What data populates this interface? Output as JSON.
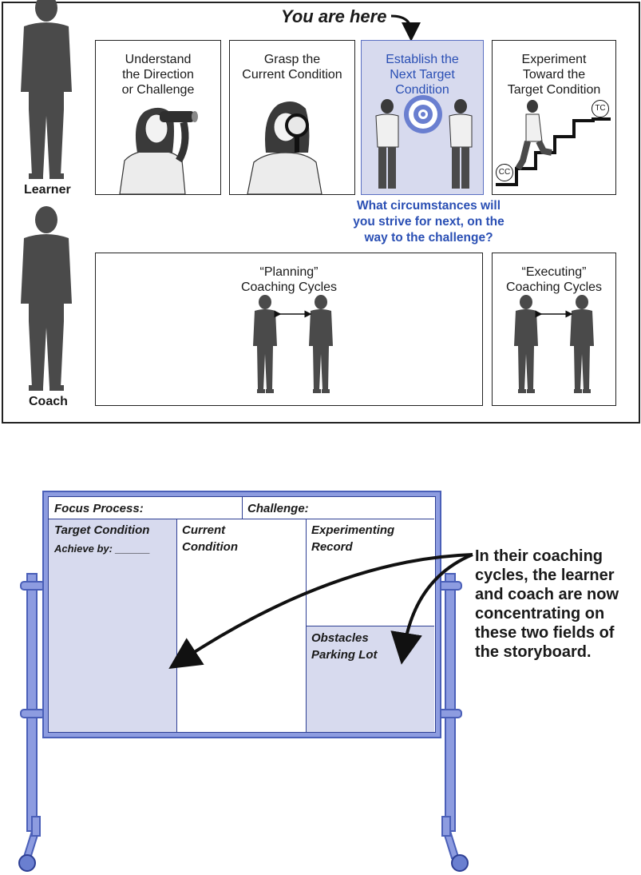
{
  "top": {
    "you_are_here": "You are here",
    "learner_label": "Learner",
    "coach_label": "Coach",
    "steps": [
      {
        "label": "Understand\nthe Direction\nor Challenge"
      },
      {
        "label": "Grasp the\nCurrent Condition"
      },
      {
        "label": "Establish the\nNext Target\nCondition"
      },
      {
        "label": "Experiment\nToward the\nTarget Condition"
      }
    ],
    "tc": "TC",
    "cc": "CC",
    "question": "What circumstances will\nyou strive for next, on the\nway to the challenge?",
    "planning": "“Planning”\nCoaching Cycles",
    "executing": "“Executing”\nCoaching Cycles"
  },
  "board": {
    "focus_process": "Focus Process:",
    "challenge": "Challenge:",
    "target_condition": "Target Condition",
    "achieve_by": "Achieve by: ______",
    "current_condition": "Current\nCondition",
    "experimenting_record": "Experimenting\nRecord",
    "obstacles": "Obstacles\nParking Lot",
    "note": "In their coaching\ncycles, the learner\nand coach are now\nconcentrating on\nthese two fields of\nthe storyboard."
  },
  "colors": {
    "highlight_fill": "#d7daee",
    "board_blue": "#5a6fc2",
    "question_blue": "#2a4fb4",
    "figure_gray": "#4a4a4a"
  }
}
